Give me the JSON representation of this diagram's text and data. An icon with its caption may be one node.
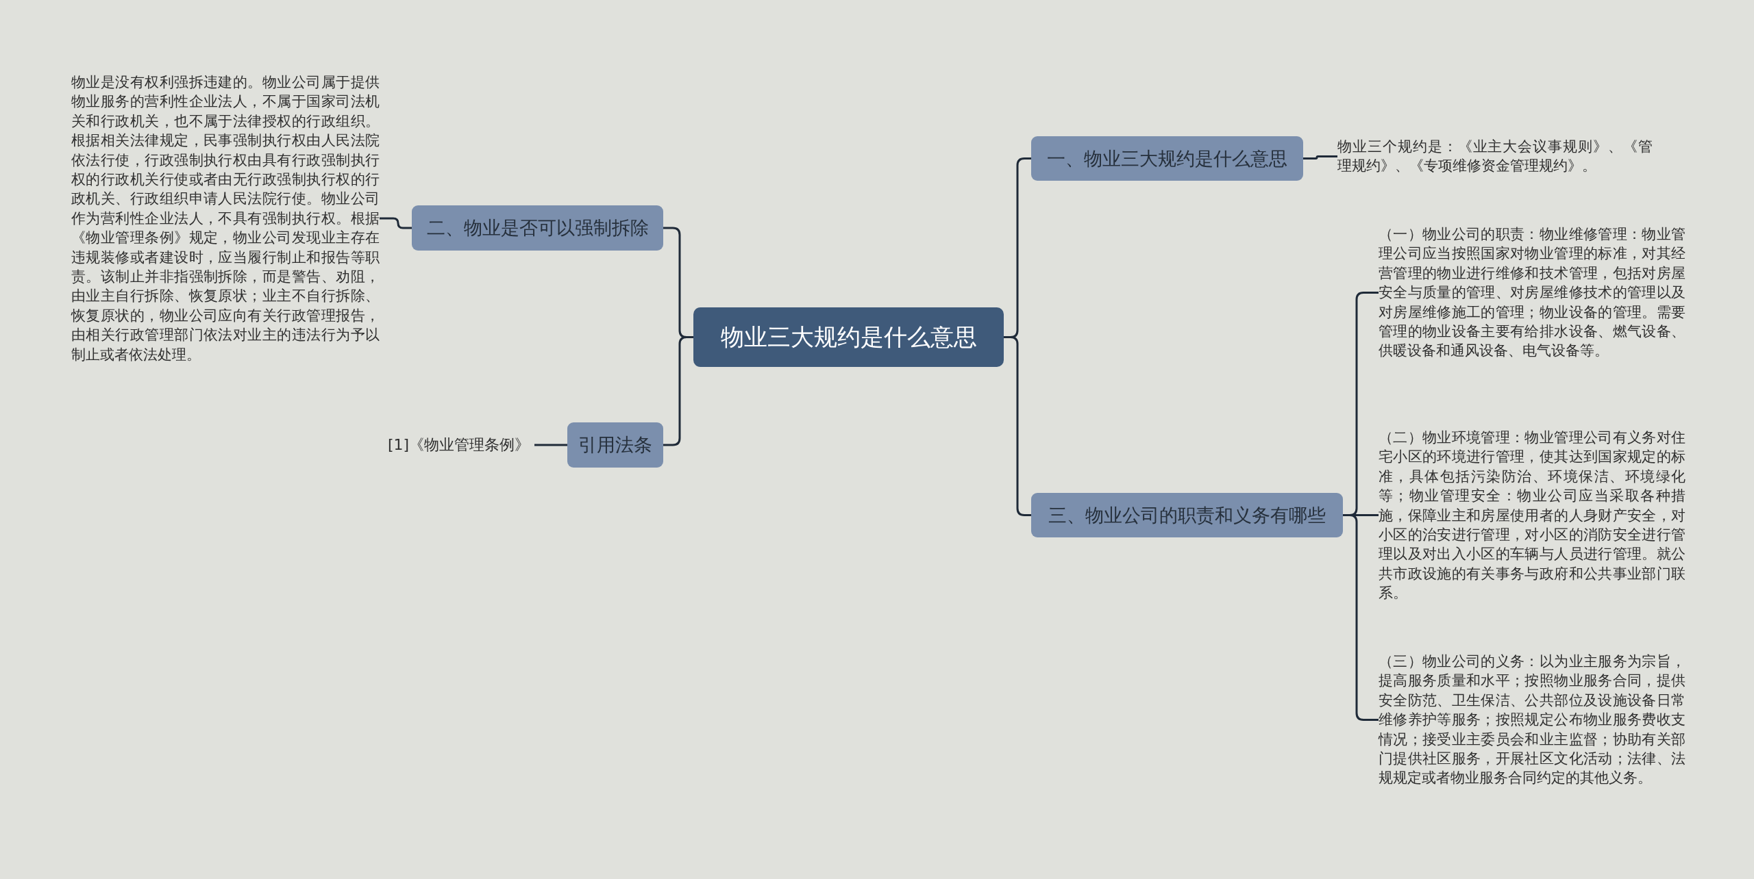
{
  "diagram": {
    "nodes": [
      {
        "text": [
          "物业三大规约是什么意思"
        ]
      },
      {
        "text": [
          "一、物业三大规约是什么意思"
        ]
      },
      {
        "text": [
          "物业三个规约是：《业主大会议事规则》、《管理规约》、《专项维修资金管理规约》。"
        ]
      },
      {
        "text": [
          "三、物业公司的职责和义务有哪些"
        ]
      },
      {
        "text": [
          "（一）物业公司的职责：物业维修管理：物业管理公司应当按照国家对物业管理的标准，对其经营管理的物业进行维修和技术管理，包括对房屋安全与质量的管理、对房屋维修技术的管理以及对房屋维修施工的管理；物业设备的管理。需要管理的物业设备主要有给排水设备、燃气设备、供暖设备和通风设备、电气设备等。"
        ]
      },
      {
        "text": [
          "（二）物业环境管理：物业管理公司有义务对住宅小区的环境进行管理，使其达到国家规定的标准，具体包括污染防治、环境保洁、环境绿化等；物业管理安全：物业公司应当采取各种措施，保障业主和房屋使用者的人身财产安全，对小区的治安进行管理，对小区的消防安全进行管理以及对出入小区的车辆与人员进行管理。就公共市政设施的有关事务与政府和公共事业部门联系。"
        ]
      },
      {
        "text": [
          "（三）物业公司的义务：以为业主服务为宗旨，提高服务质量和水平；按照物业服务合同，提供安全防范、卫生保洁、公共部位及设施设备日常维修养护等服务；按照规定公布物业服务费收支情况；接受业主委员会和业主监督；协助有关部门提供社区服务，开展社区文化活动；法律、法规规定或者物业服务合同约定的其他义务。"
        ]
      },
      {
        "text": [
          "二、物业是否可以强制拆除"
        ]
      },
      {
        "text": [
          "物业是没有权利强拆违建的。物业公司属于提供物业服务的营利性企业法人，不属于国家司法机关和行政机关，也不属于法律授权的行政组织。根据相关法律规定，民事强制执行权由人民法院依法行使，行政强制执行权由具有行政强制执行权的行政机关行使或者由无行政强制执行权的行政机关、行政组织申请人民法院行使。物业公司作为营利性企业法人，不具有强制执行权。根据《物业管理条例》规定，物业公司发现业主存在违规装修或者建设时，应当履行制止和报告等职责。该制止并非指强制拆除，而是警告、劝阻，由业主自行拆除、恢复原状；业主不自行拆除、恢复原状的，物业公司应向有关行政管理报告，由相关行政管理部门依法对业主的违法行为予以制止或者依法处理。"
        ]
      },
      {
        "text": [
          "引用法条"
        ]
      },
      {
        "text": [
          "[1]《物业管理条例》"
        ]
      }
    ],
    "edges": [
      {
        "from": 0,
        "to": 1,
        "arrow": "none"
      },
      {
        "from": 0,
        "to": 3,
        "arrow": "none"
      },
      {
        "from": 0,
        "to": 7,
        "arrow": "none"
      },
      {
        "from": 0,
        "to": 9,
        "arrow": "none"
      },
      {
        "from": 1,
        "to": 2,
        "arrow": "none"
      },
      {
        "from": 3,
        "to": 4,
        "arrow": "none"
      },
      {
        "from": 3,
        "to": 5,
        "arrow": "none"
      },
      {
        "from": 3,
        "to": 6,
        "arrow": "none"
      },
      {
        "from": 7,
        "to": 8,
        "arrow": "none"
      },
      {
        "from": 9,
        "to": 10,
        "arrow": "none"
      }
    ]
  }
}
